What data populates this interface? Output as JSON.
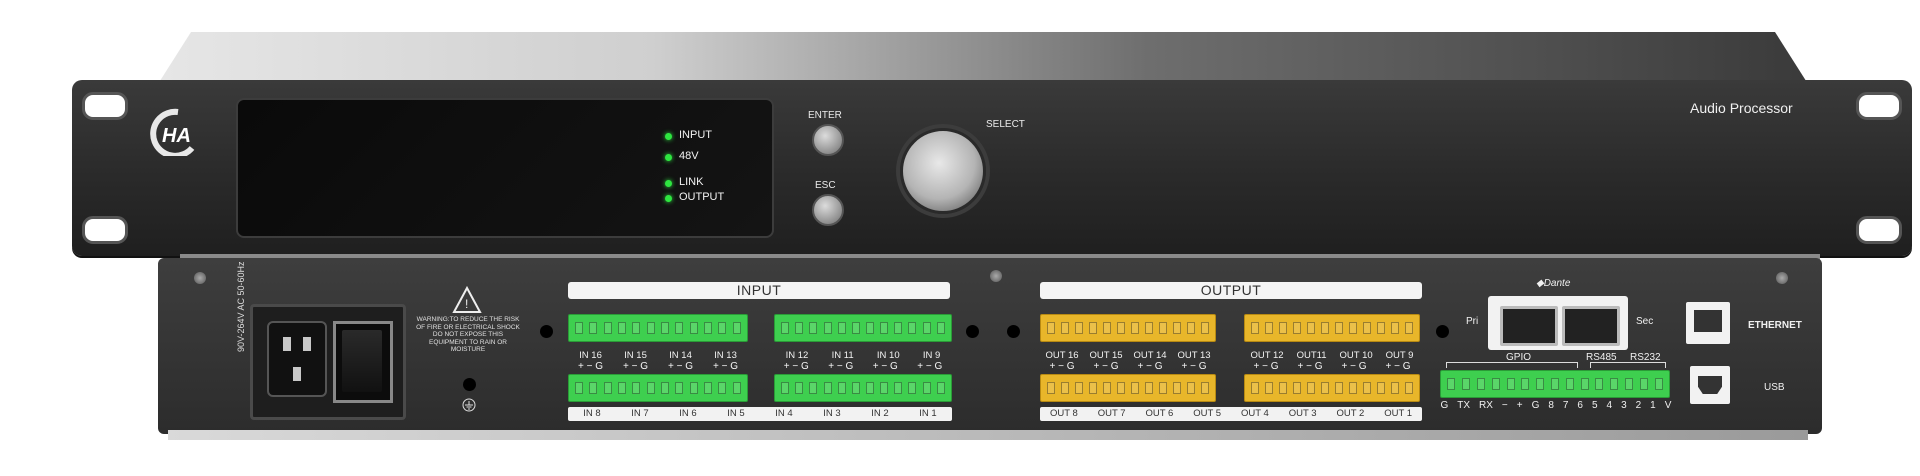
{
  "front": {
    "brand_logo": "HA",
    "model_label": "Audio Processor",
    "indicators": [
      {
        "label": "INPUT"
      },
      {
        "label": "48V"
      },
      {
        "label": "LINK"
      },
      {
        "label": "OUTPUT"
      }
    ],
    "buttons": {
      "enter": "ENTER",
      "esc": "ESC",
      "select": "SELECT"
    }
  },
  "rear": {
    "power_rating": "90V-264V AC 50-60Hz",
    "warning_text": "WARNING:TO REDUCE THE RISK OF FIRE OR ELECTRICAL SHOCK DO NOT EXPOSE THIS EQUIPMENT TO RAIN OR MOISTURE",
    "input_banner": "INPUT",
    "output_banner": "OUTPUT",
    "input_top_labels_a": [
      "IN 16",
      "IN 15",
      "IN 14",
      "IN 13"
    ],
    "input_top_labels_b": [
      "IN 12",
      "IN 11",
      "IN 10",
      "IN 9"
    ],
    "input_bottom_labels_a": [
      "IN 8",
      "IN 7",
      "IN 6",
      "IN 5"
    ],
    "input_bottom_labels_b": [
      "IN 4",
      "IN 3",
      "IN 2",
      "IN 1"
    ],
    "output_top_labels_a": [
      "OUT 16",
      "OUT 15",
      "OUT 14",
      "OUT 13"
    ],
    "output_top_labels_b": [
      "OUT 12",
      "OUT11",
      "OUT 10",
      "OUT 9"
    ],
    "output_bottom_labels_a": [
      "OUT 8",
      "OUT 7",
      "OUT 6",
      "OUT 5"
    ],
    "output_bottom_labels_b": [
      "OUT 4",
      "OUT 3",
      "OUT 2",
      "OUT 1"
    ],
    "polarity": "+ − G",
    "dante_logo": "Dante",
    "dante_pri": "Pri",
    "dante_sec": "Sec",
    "ethernet_label": "ETHERNET",
    "usb_label": "USB",
    "gpio_label": "GPIO",
    "rs485_label": "RS485",
    "rs232_label": "RS232",
    "gpio_pins": [
      "G",
      "TX",
      "RX",
      "−",
      "+",
      "G",
      "8",
      "7",
      "6",
      "5",
      "4",
      "3",
      "2",
      "1",
      "V"
    ]
  },
  "colors": {
    "terminal_green": "#3ecf4f",
    "terminal_yellow": "#e8b62a",
    "led_green": "#2ee640",
    "chassis_dark": "#2c2c2c"
  }
}
